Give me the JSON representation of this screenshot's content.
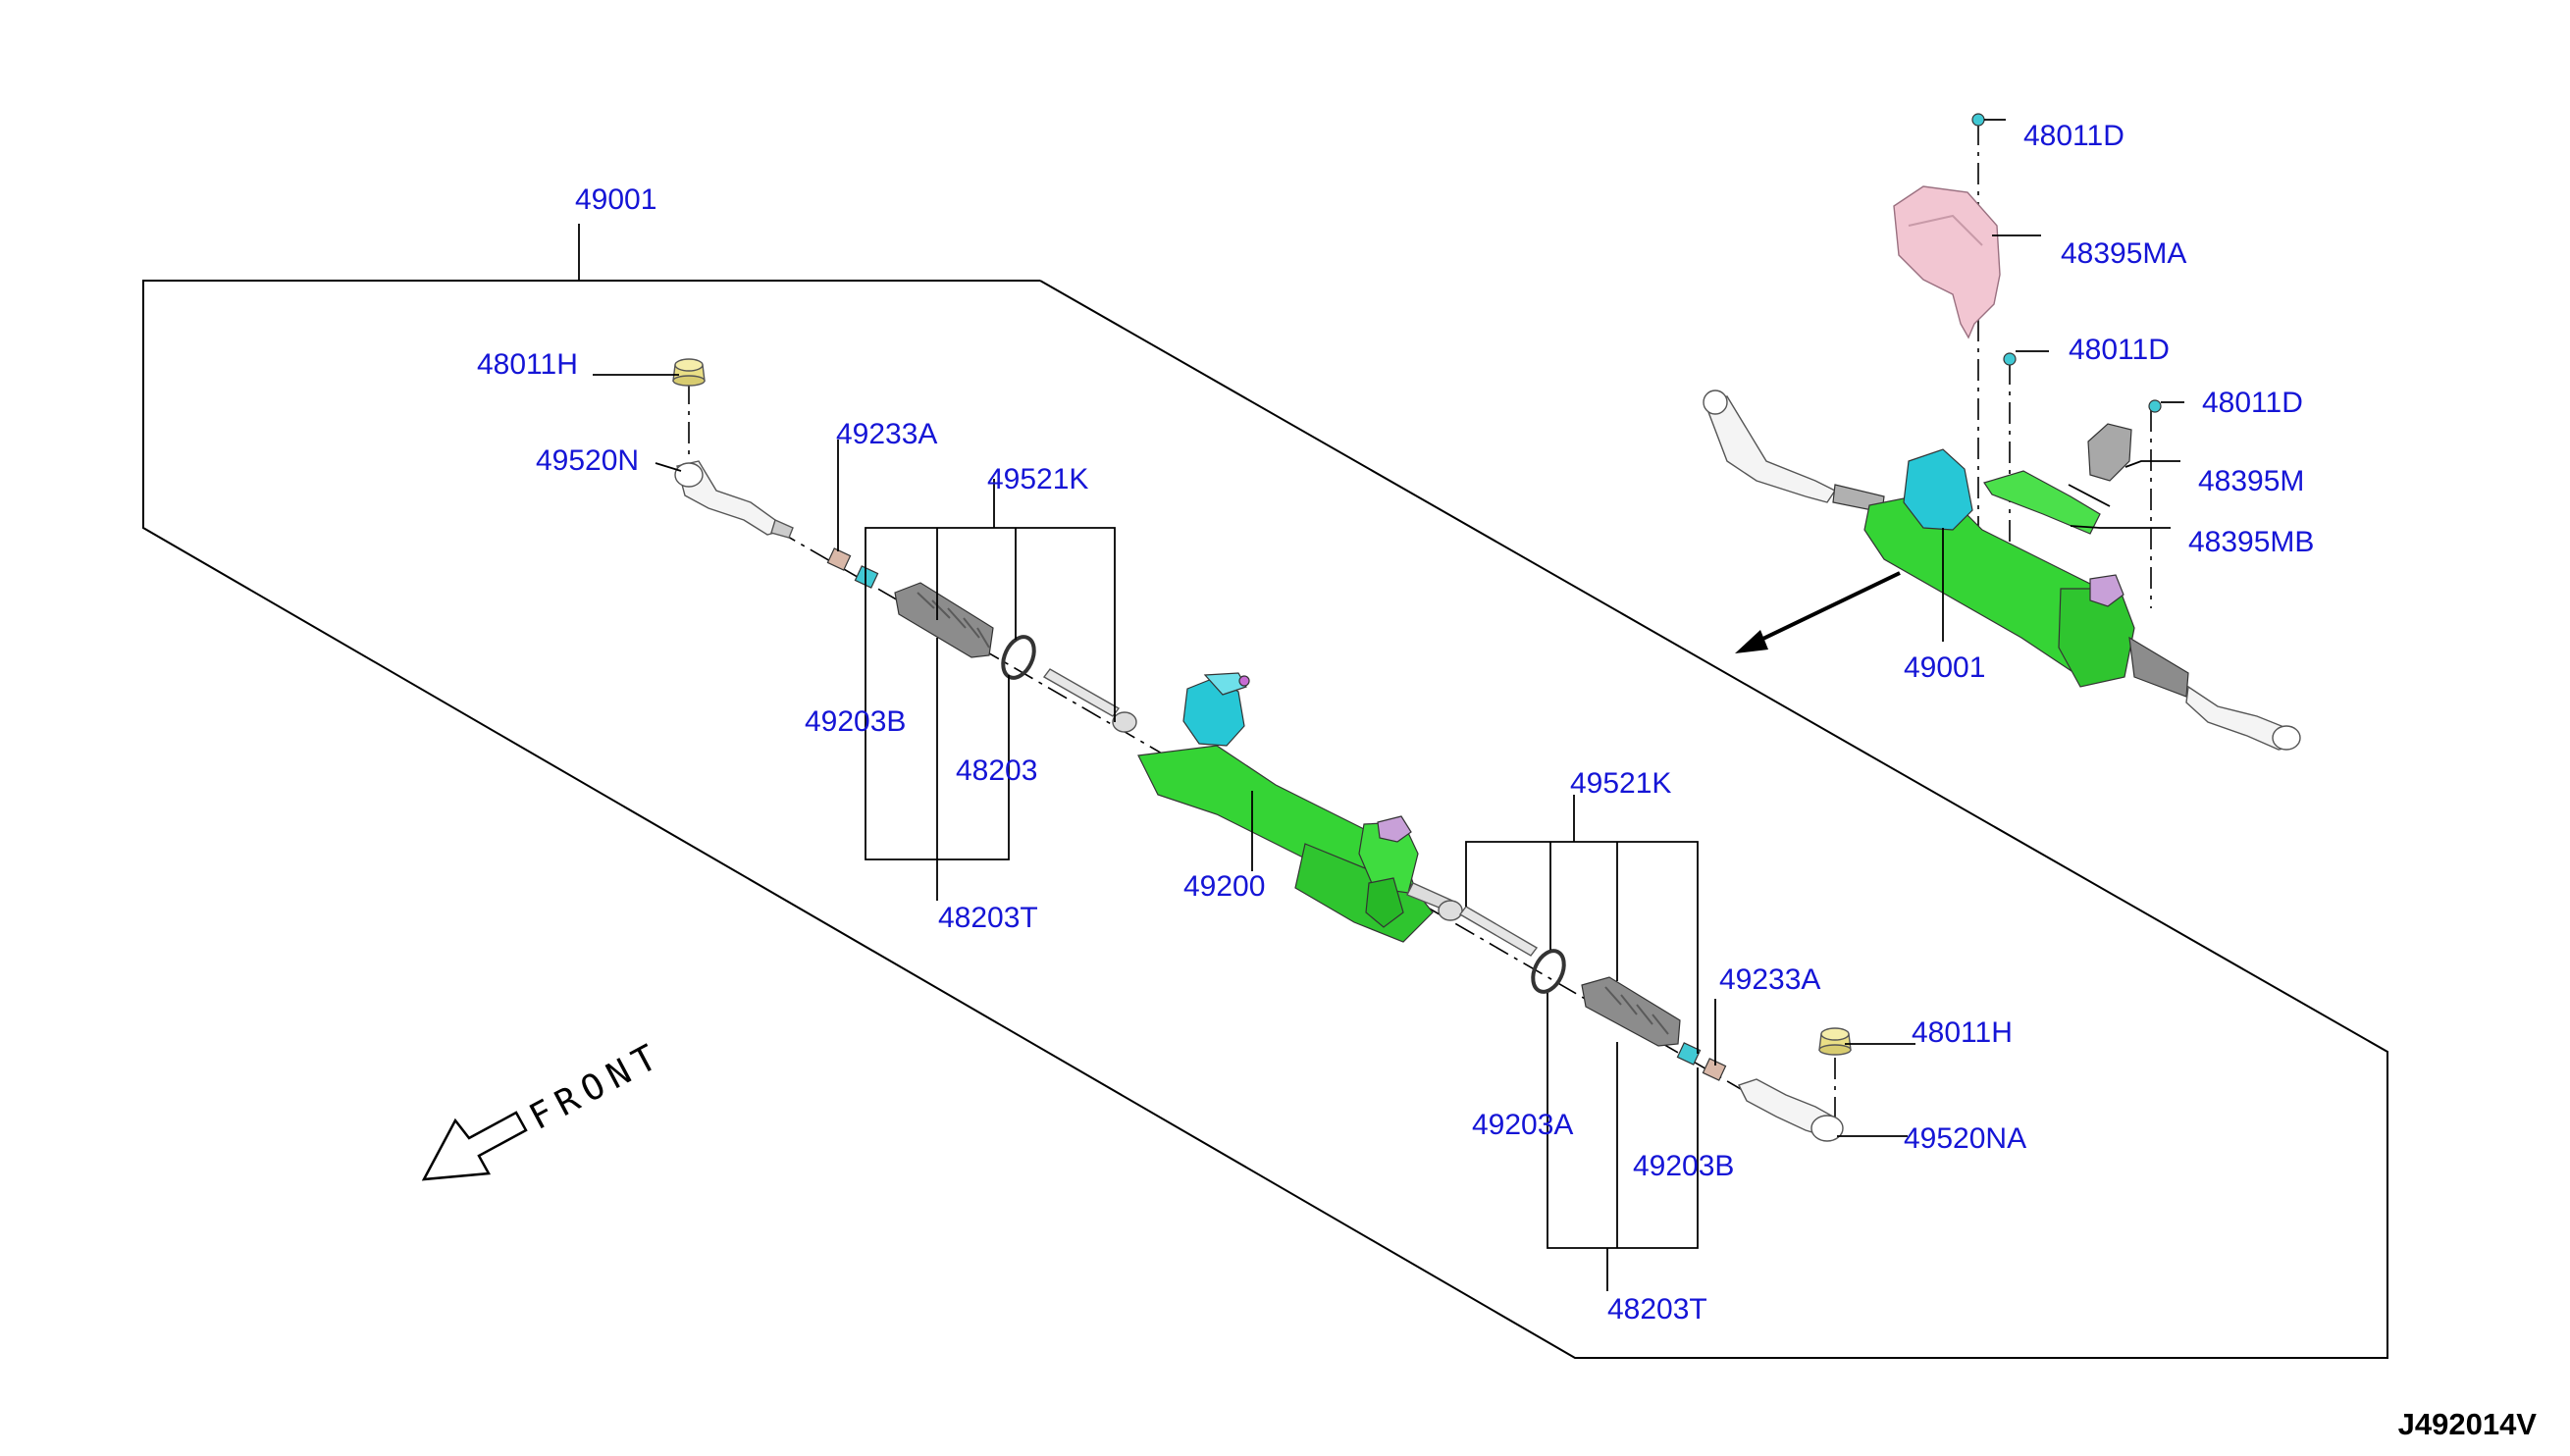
{
  "diagram_code": "J492014V",
  "front_label": "FRONT",
  "colors": {
    "label": "#1515d6",
    "gear_housing": "#35d435",
    "pinion_housing": "#27c7d6",
    "heat_insulator": "#f2c6d2",
    "bracket_pad": "#4be04b",
    "nut": "#eadf86",
    "bolt": "#41c9d4",
    "boot": "#8c8c8c"
  },
  "labels": {
    "l49001_main": "49001",
    "l48011H_left": "48011H",
    "l49520N": "49520N",
    "l49233A_left": "49233A",
    "l49521K_left": "49521K",
    "l49203B_left": "49203B",
    "l48203_left": "48203",
    "l48203T_left": "48203T",
    "l49200": "49200",
    "l49521K_right": "49521K",
    "l49233A_right": "49233A",
    "l48011H_right": "48011H",
    "l49520NA": "49520NA",
    "l49203A": "49203A",
    "l49203B_right": "49203B",
    "l48203T_right": "48203T",
    "l48011D_top": "48011D",
    "l48395MA": "48395MA",
    "l48011D_mid": "48011D",
    "l48011D_right": "48011D",
    "l48395M": "48395M",
    "l48395MB": "48395MB",
    "l49001_inset": "49001"
  }
}
